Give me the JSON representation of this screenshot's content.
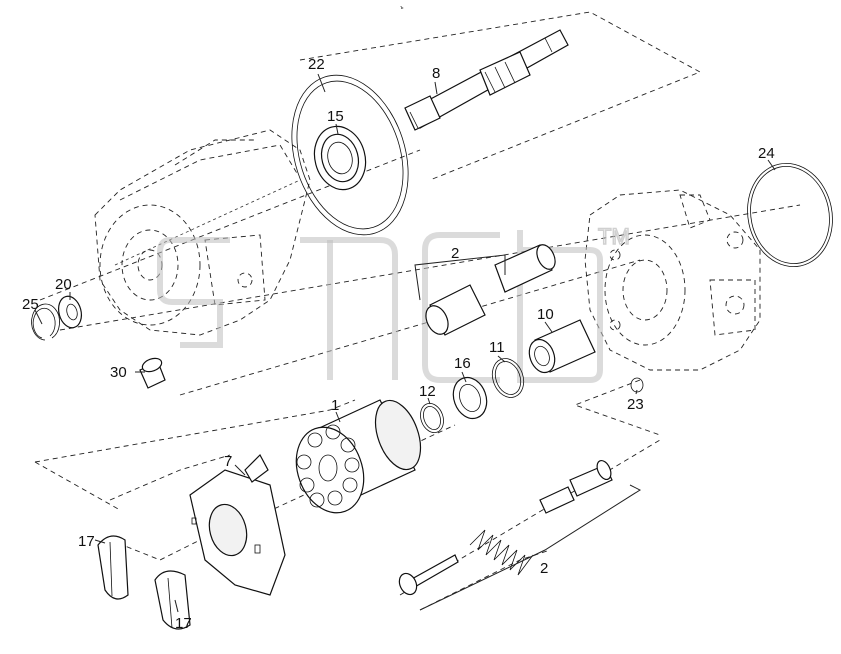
{
  "header_mark": "ъ",
  "watermark": {
    "text": "GTC",
    "tm": "TM"
  },
  "callouts": [
    {
      "id": "c22",
      "text": "22"
    },
    {
      "id": "c8",
      "text": "8"
    },
    {
      "id": "c15",
      "text": "15"
    },
    {
      "id": "c24",
      "text": "24"
    },
    {
      "id": "c2a",
      "text": "2"
    },
    {
      "id": "c20",
      "text": "20"
    },
    {
      "id": "c25",
      "text": "25"
    },
    {
      "id": "c10",
      "text": "10"
    },
    {
      "id": "c11",
      "text": "11"
    },
    {
      "id": "c16",
      "text": "16"
    },
    {
      "id": "c30",
      "text": "30"
    },
    {
      "id": "c12",
      "text": "12"
    },
    {
      "id": "c1",
      "text": "1"
    },
    {
      "id": "c23",
      "text": "23"
    },
    {
      "id": "c7",
      "text": "7"
    },
    {
      "id": "c17a",
      "text": "17"
    },
    {
      "id": "c17b",
      "text": "17"
    },
    {
      "id": "c2b",
      "text": "2"
    }
  ]
}
